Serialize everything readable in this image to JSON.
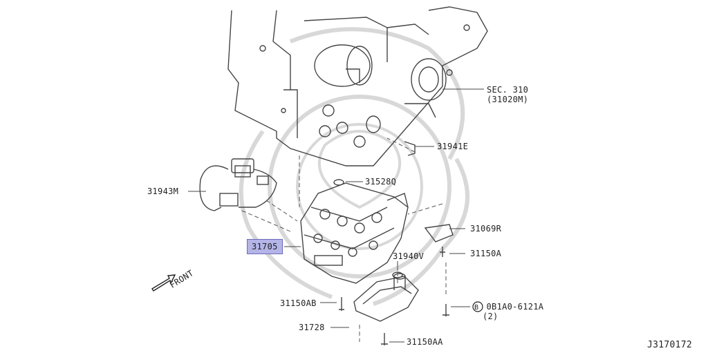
{
  "diagram": {
    "figure_id": "J3170172",
    "front_label": "FRONT",
    "callouts": [
      {
        "id": "sec310",
        "lines": [
          "SEC. 310",
          "(31020M)"
        ]
      },
      {
        "id": "p31941E",
        "lines": [
          "31941E"
        ]
      },
      {
        "id": "p31943M",
        "lines": [
          "31943M"
        ]
      },
      {
        "id": "p31528Q",
        "lines": [
          "31528Q"
        ]
      },
      {
        "id": "p31705",
        "lines": [
          "31705"
        ],
        "highlight": true
      },
      {
        "id": "p31069R",
        "lines": [
          "31069R"
        ]
      },
      {
        "id": "p31940V",
        "lines": [
          "31940V"
        ]
      },
      {
        "id": "p31150A",
        "lines": [
          "31150A"
        ]
      },
      {
        "id": "p31150AB",
        "lines": [
          "31150AB"
        ]
      },
      {
        "id": "p31728",
        "lines": [
          "31728"
        ]
      },
      {
        "id": "pB",
        "lines": [
          "0B1A0-6121A",
          "(2)"
        ],
        "circled_prefix": "B"
      },
      {
        "id": "p31150AA",
        "lines": [
          "31150AA"
        ]
      }
    ],
    "colors": {
      "line": "#444444",
      "highlight": "#b4b4e8",
      "highlight_border": "#6a6ab8",
      "watermark": "#d8d8d8"
    }
  }
}
